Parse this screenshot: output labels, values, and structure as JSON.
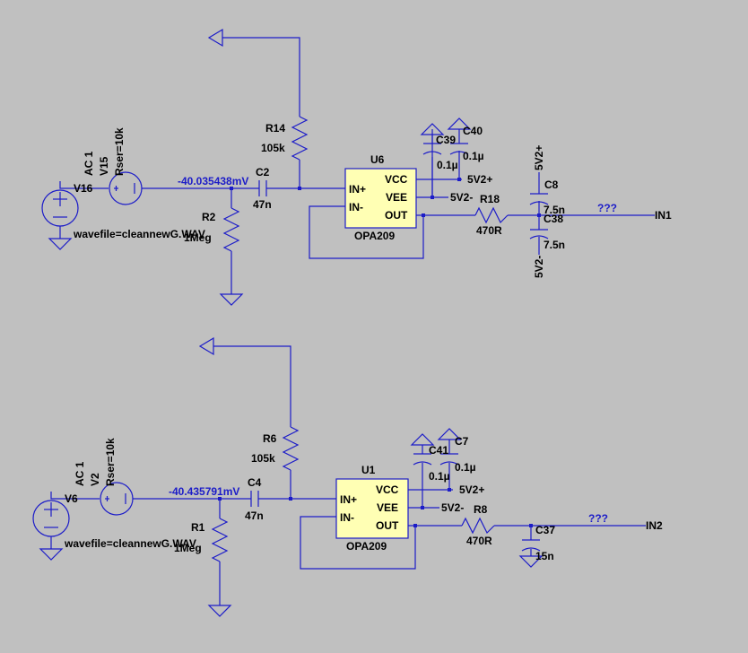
{
  "colors": {
    "background": "#c0c0c0",
    "wire": "#1c1cc8",
    "opamp_fill": "#ffffb4",
    "text": "#000000",
    "node_text": "#1c1cc8"
  },
  "top": {
    "v_source": "V16",
    "v_series": {
      "name": "V15",
      "ac": "AC 1",
      "rser": "Rser=10k"
    },
    "wavefile": "wavefile=cleannewG.WAV",
    "node_voltage": "-40.035438mV",
    "cap_in": {
      "name": "C2",
      "value": "47n"
    },
    "r_bias": {
      "name": "R2",
      "value": "1Meg"
    },
    "r_fb": {
      "name": "R14",
      "value": "105k"
    },
    "opamp": {
      "name": "U6",
      "model": "OPA209",
      "pins": [
        "IN+",
        "IN-",
        "VCC",
        "VEE",
        "OUT"
      ]
    },
    "c39": {
      "name": "C39",
      "value": "0.1µ"
    },
    "c40": {
      "name": "C40",
      "value": "0.1µ"
    },
    "rail_pos": "5V2+",
    "rail_neg": "5V2-",
    "r_out": {
      "name": "R18",
      "value": "470R"
    },
    "c8": {
      "name": "C8",
      "value": "7.5n"
    },
    "c38": {
      "name": "C38",
      "value": "7.5n"
    },
    "net_unknown": "???",
    "out_net": "IN1"
  },
  "bottom": {
    "v_source": "V6",
    "v_series": {
      "name": "V2",
      "ac": "AC 1",
      "rser": "Rser=10k"
    },
    "wavefile": "wavefile=cleannewG.WAV",
    "node_voltage": "-40.435791mV",
    "cap_in": {
      "name": "C4",
      "value": "47n"
    },
    "r_bias": {
      "name": "R1",
      "value": "1Meg"
    },
    "r_fb": {
      "name": "R6",
      "value": "105k"
    },
    "opamp": {
      "name": "U1",
      "model": "OPA209",
      "pins": [
        "IN+",
        "IN-",
        "VCC",
        "VEE",
        "OUT"
      ]
    },
    "c41": {
      "name": "C41",
      "value": "0.1µ"
    },
    "c7": {
      "name": "C7",
      "value": "0.1µ"
    },
    "rail_pos": "5V2+",
    "rail_neg": "5V2-",
    "r_out": {
      "name": "R8",
      "value": "470R"
    },
    "c37": {
      "name": "C37",
      "value": "15n"
    },
    "net_unknown": "???",
    "out_net": "IN2"
  }
}
